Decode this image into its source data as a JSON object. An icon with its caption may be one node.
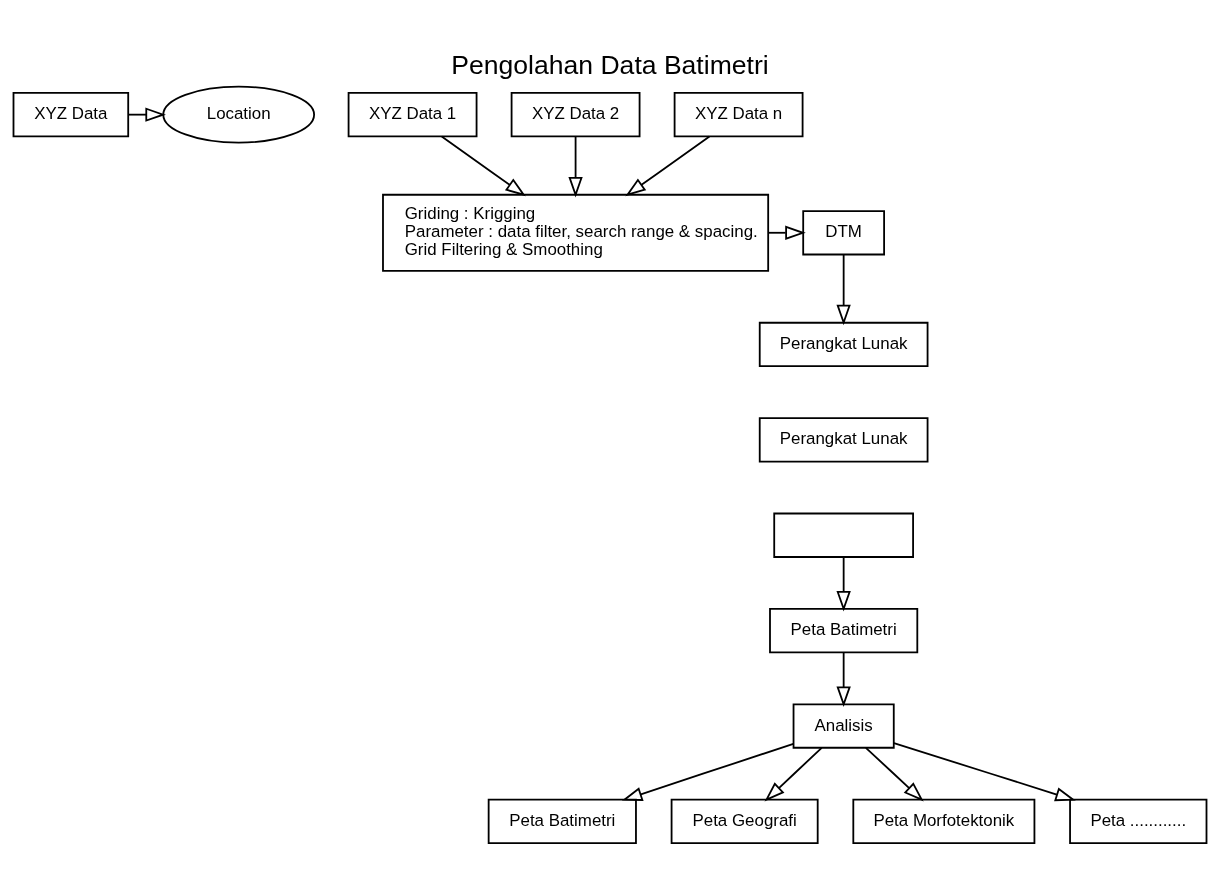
{
  "diagram": {
    "title": "Pengolahan Data Batimetri",
    "nodes": [
      {
        "text": [
          "XYZ Data"
        ]
      },
      {
        "text": [
          "Location"
        ]
      },
      {
        "text": [
          "XYZ Data 1"
        ]
      },
      {
        "text": [
          "XYZ Data 2"
        ]
      },
      {
        "text": [
          "XYZ Data n"
        ]
      },
      {
        "text": [
          "Griding : Krigging",
          "Parameter : data filter, search range & spacing.",
          "Grid Filtering & Smoothing"
        ]
      },
      {
        "text": [
          "DTM"
        ]
      },
      {
        "text": [
          "Perangkat Lunak"
        ]
      },
      {
        "text": [
          "Perangkat Lunak"
        ]
      },
      {
        "text": [],
        "shape": "box"
      },
      {
        "text": [
          "Peta Batimetri"
        ]
      },
      {
        "text": [
          "Analisis"
        ]
      },
      {
        "text": [
          "Peta Batimetri"
        ]
      },
      {
        "text": [
          "Peta Geografi"
        ]
      },
      {
        "text": [
          "Peta Morfotektonik"
        ]
      },
      {
        "text": [
          "Peta ............"
        ]
      }
    ],
    "edges": [
      {
        "from": 0,
        "to": 1,
        "arrow": "to"
      },
      {
        "from": 2,
        "to": 5,
        "arrow": "to"
      },
      {
        "from": 3,
        "to": 5,
        "arrow": "to"
      },
      {
        "from": 4,
        "to": 5,
        "arrow": "to"
      },
      {
        "from": 5,
        "to": 6,
        "arrow": "to"
      },
      {
        "from": 6,
        "to": 7,
        "arrow": "to"
      },
      {
        "from": 9,
        "to": 10,
        "arrow": "to"
      },
      {
        "from": 10,
        "to": 11,
        "arrow": "to"
      },
      {
        "from": 11,
        "to": 12,
        "arrow": "to"
      },
      {
        "from": 11,
        "to": 13,
        "arrow": "to"
      },
      {
        "from": 11,
        "to": 14,
        "arrow": "to"
      },
      {
        "from": 11,
        "to": 15,
        "arrow": "to"
      }
    ]
  }
}
